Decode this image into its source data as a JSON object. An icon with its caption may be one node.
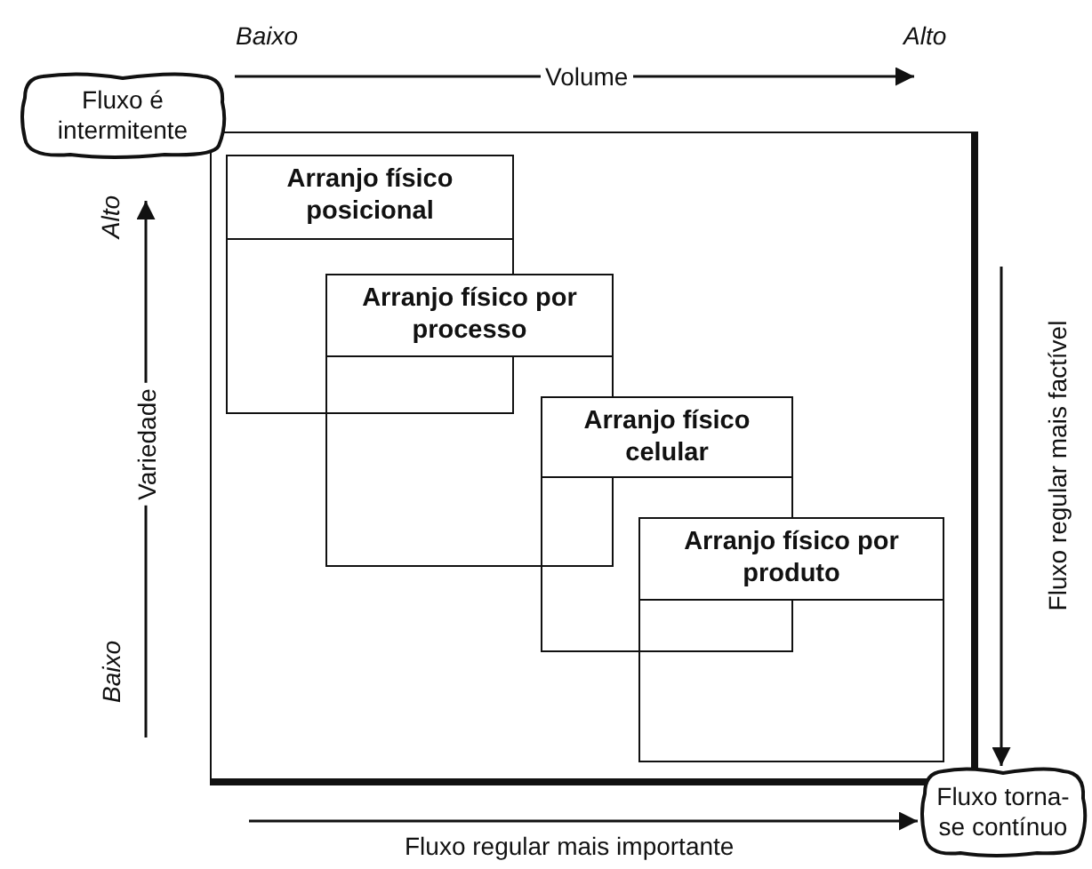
{
  "diagram": {
    "nodes": [
      {
        "text": [
          "Fluxo é intermitente"
        ]
      },
      {
        "text": [],
        "shape": "box"
      },
      {
        "text": [
          "Arranjo físico posicional"
        ],
        "in": 1
      },
      {
        "text": [],
        "shape": "box",
        "in": 1
      },
      {
        "text": [
          "Arranjo físico por processo"
        ],
        "in": 1
      },
      {
        "text": [],
        "shape": "box",
        "in": 1
      },
      {
        "text": [
          "Arranjo físico celular"
        ],
        "in": 1
      },
      {
        "text": [],
        "shape": "box",
        "in": 1
      },
      {
        "text": [
          "Arranjo físico por produto"
        ],
        "in": 1
      },
      {
        "text": [],
        "shape": "box",
        "in": 1
      },
      {
        "text": [
          "Fluxo torna-se contínuo"
        ]
      }
    ],
    "edges": [
      {
        "from": null,
        "to": 10,
        "arrow": "to",
        "label": "Fluxo regular mais factível"
      },
      {
        "from": null,
        "to": 10,
        "arrow": "to",
        "label": "Fluxo regular mais importante"
      }
    ],
    "labels": [
      "Baixo",
      "Alto",
      "Volume",
      "Alto",
      "Variedade",
      "Baixo"
    ]
  }
}
